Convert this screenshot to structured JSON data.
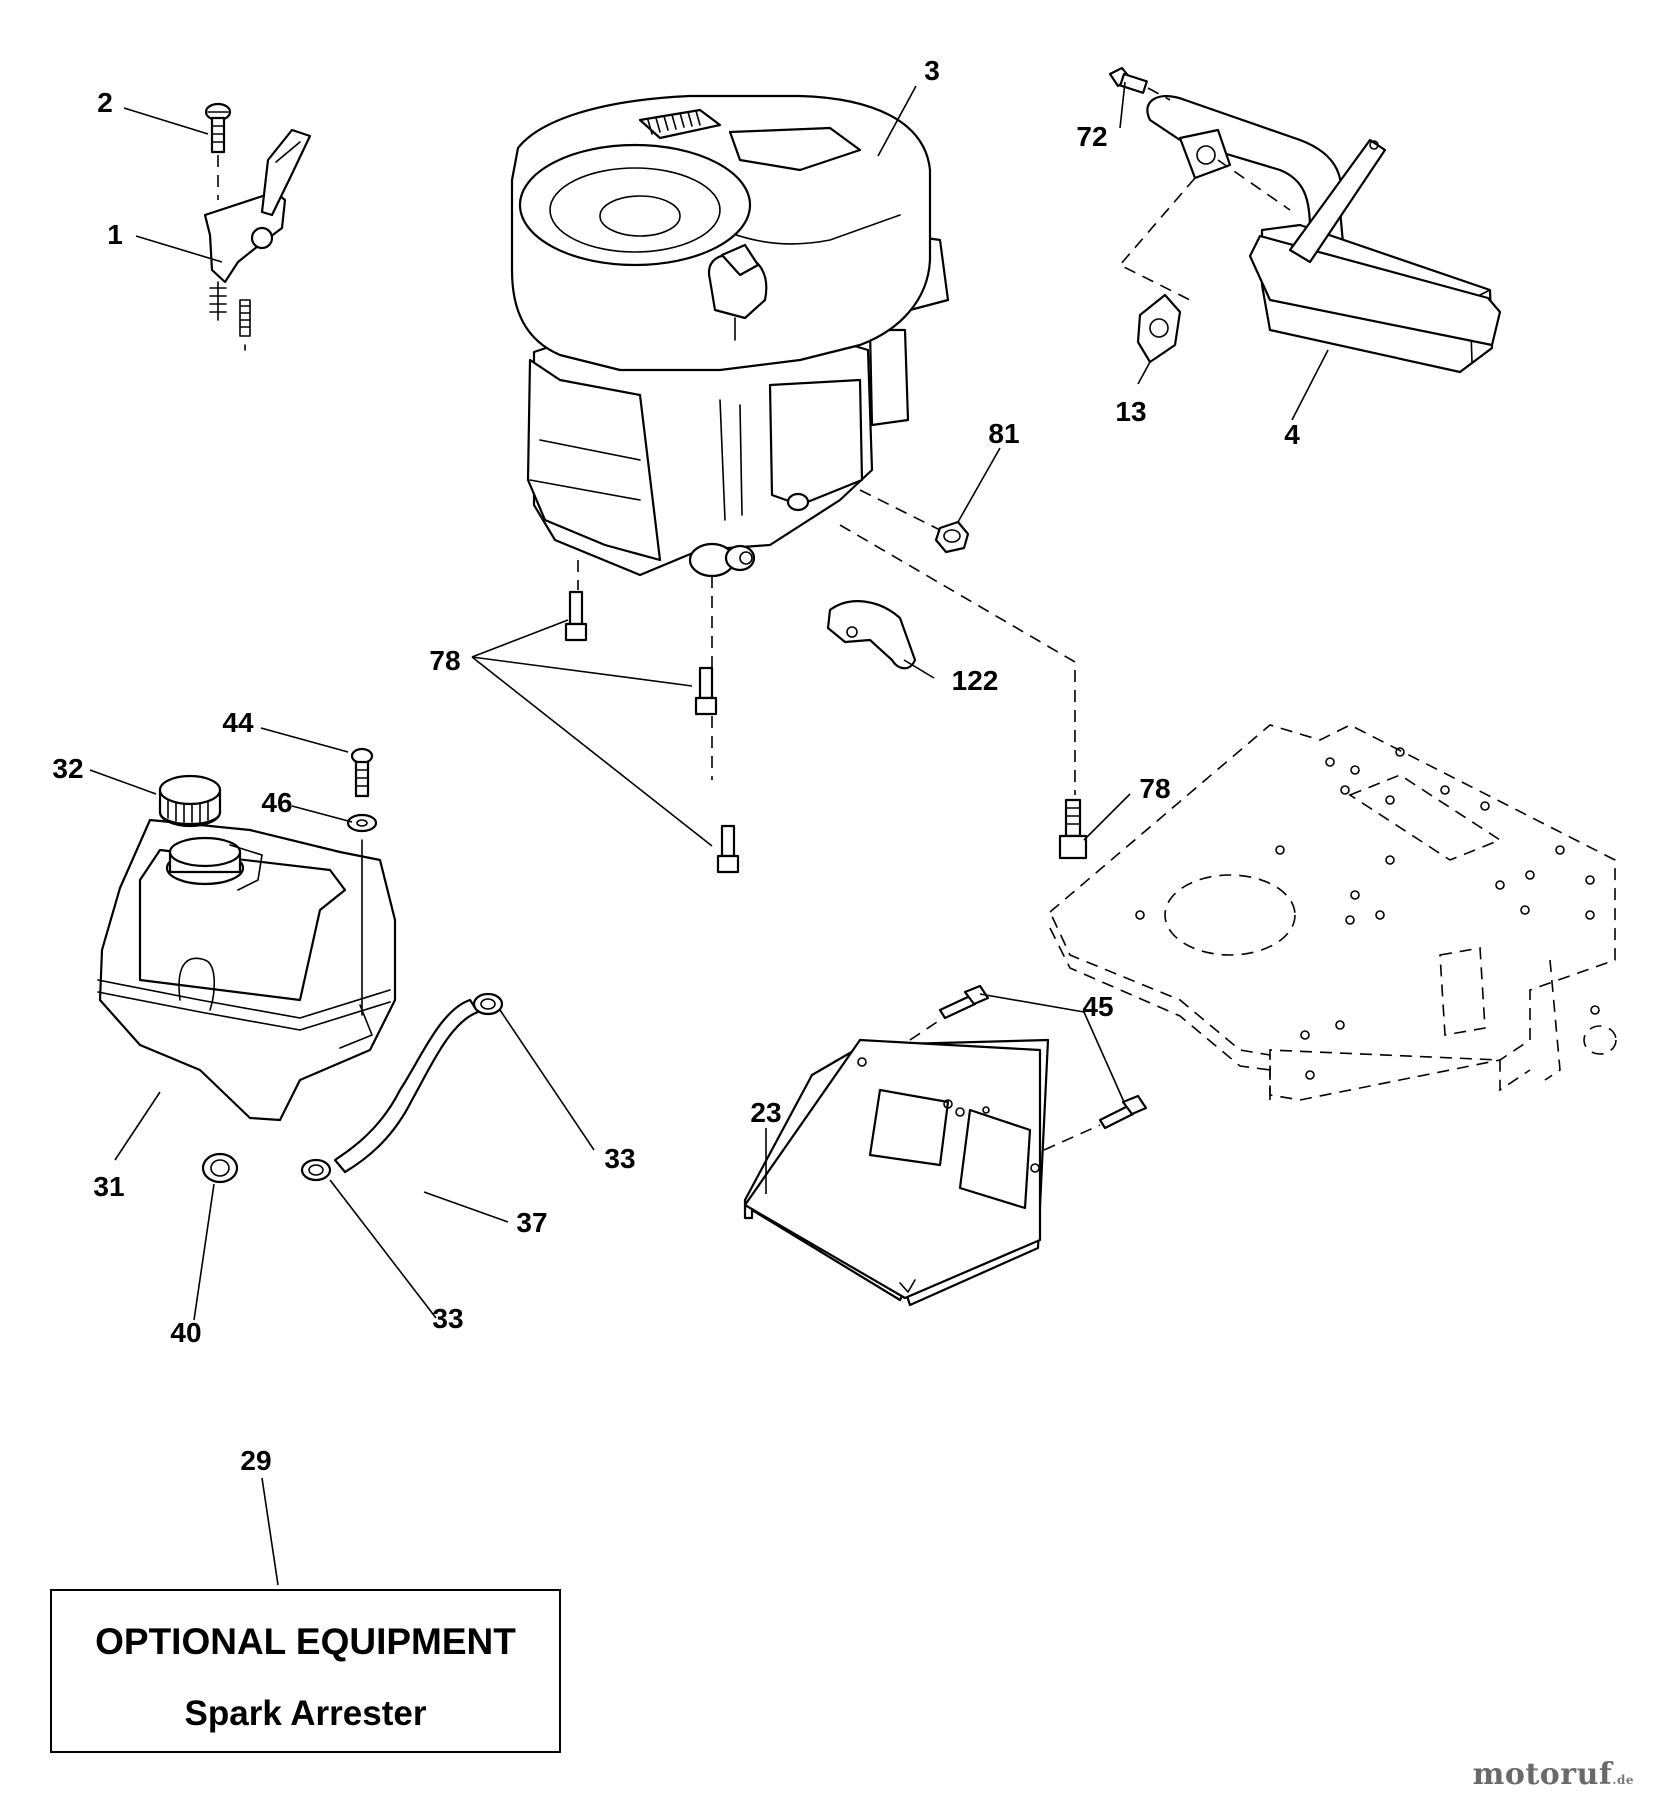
{
  "diagram": {
    "callouts": {
      "c1": "1",
      "c2": "2",
      "c3": "3",
      "c4": "4",
      "c13": "13",
      "c72": "72",
      "c81": "81",
      "c78a": "78",
      "c78b": "78",
      "c122": "122",
      "c44": "44",
      "c32": "32",
      "c46": "46",
      "c31": "31",
      "c33a": "33",
      "c33b": "33",
      "c37": "37",
      "c40": "40",
      "c23": "23",
      "c45": "45",
      "c29": "29"
    },
    "optional_box": {
      "line1": "OPTIONAL EQUIPMENT",
      "line2": "Spark Arrester"
    }
  },
  "watermark": {
    "brand": "motoruf",
    "tld": ".de"
  }
}
